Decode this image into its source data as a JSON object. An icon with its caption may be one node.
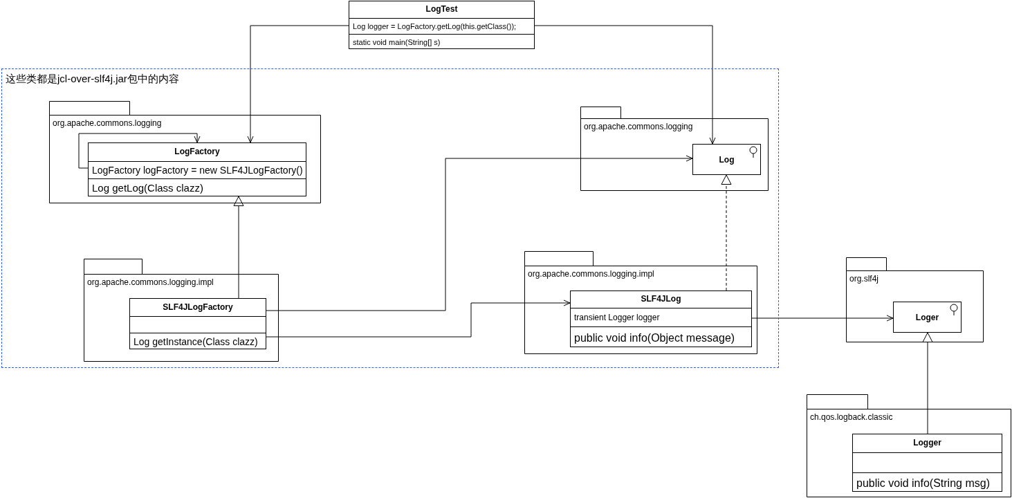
{
  "diagram": {
    "nodes": [
      {
        "text": [
          "这些类都是jcl-over-slf4j.jar包中的内容"
        ]
      },
      {
        "text": [
          "LogTest",
          "Log logger = LogFactory.getLog(this.getClass());",
          "static void main(String[] s)"
        ]
      },
      {
        "text": [
          "org.apache.commons.logging"
        ],
        "in": 0
      },
      {
        "text": [
          "LogFactory",
          "LogFactory logFactory = new SLF4JLogFactory()",
          "Log getLog(Class clazz)"
        ],
        "in": 2
      },
      {
        "text": [
          "org.apache.commons.logging"
        ],
        "in": 0
      },
      {
        "text": [
          "Log"
        ],
        "in": 4
      },
      {
        "text": [
          "org.apache.commons.logging.impl"
        ],
        "in": 0
      },
      {
        "text": [
          "SLF4JLogFactory",
          "Log getInstance(Class clazz)"
        ],
        "in": 6
      },
      {
        "text": [
          "org.apache.commons.logging.impl"
        ],
        "in": 0
      },
      {
        "text": [
          "SLF4JLog",
          "transient Logger logger",
          "public void info(Object message)"
        ],
        "in": 8
      },
      {
        "text": [
          "org.slf4j"
        ]
      },
      {
        "text": [
          "Loger"
        ],
        "in": 10
      },
      {
        "text": [
          "ch.qos.logback.classic"
        ]
      },
      {
        "text": [
          "Logger",
          "public void info(String msg)"
        ],
        "in": 12
      }
    ],
    "edges": [
      {
        "from": 1,
        "to": 3,
        "arrow": "to"
      },
      {
        "from": 1,
        "to": 5,
        "arrow": "to"
      },
      {
        "from": 3,
        "to": 3,
        "arrow": "to"
      },
      {
        "from": 7,
        "to": 3,
        "arrow": "to"
      },
      {
        "from": 7,
        "to": 5,
        "arrow": "to"
      },
      {
        "from": 7,
        "to": 9,
        "arrow": "to"
      },
      {
        "from": 9,
        "to": 5,
        "arrow": "to",
        "style": "dashed"
      },
      {
        "from": 9,
        "to": 11,
        "arrow": "to"
      },
      {
        "from": 13,
        "to": 11,
        "arrow": "to"
      }
    ]
  }
}
